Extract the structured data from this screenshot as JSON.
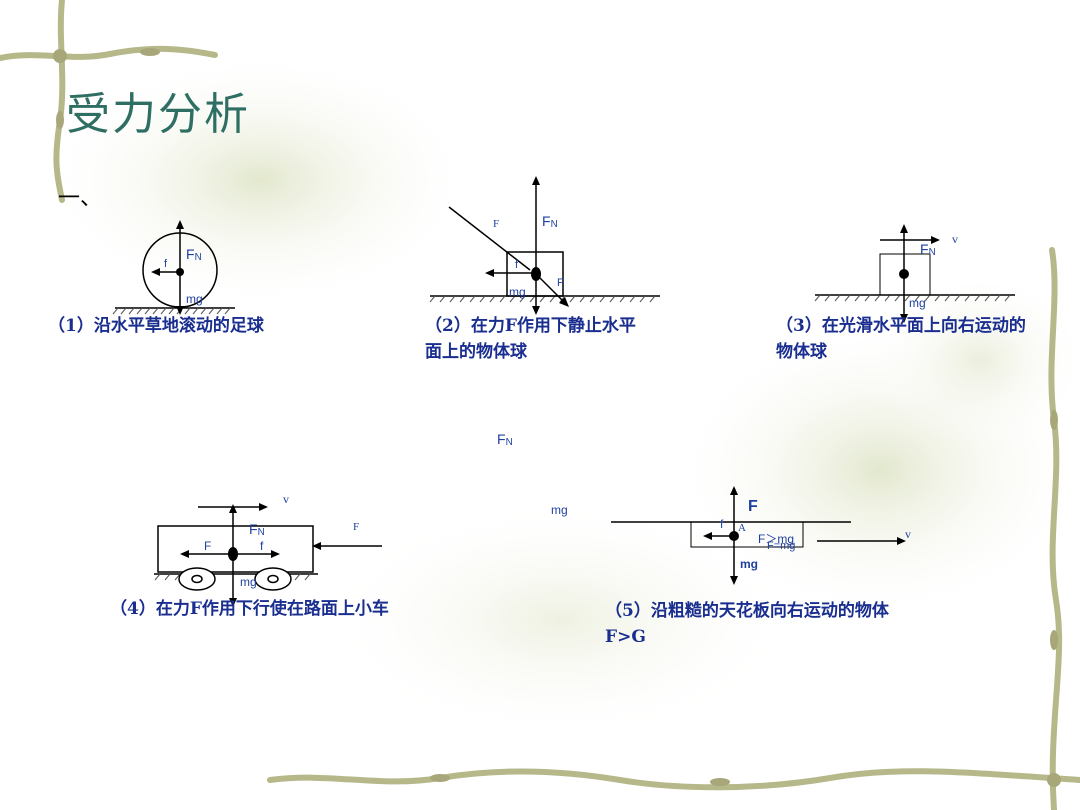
{
  "title": "受力分析",
  "section": "一、",
  "captions": {
    "c1": "（1）沿水平草地滚动的足球",
    "c2": "（2）在力F作用下静止水平面上的物体球",
    "c3": "（3）在光滑水平面上向右运动的物体球",
    "c4": "（4）在力F作用下行使在路面上小车",
    "c5": "（5）沿粗糙的天花板向右运动的物体",
    "c5b": "F>G"
  },
  "labels": {
    "fn_main": "F",
    "fn_sub": "N",
    "f": "f",
    "F": "F",
    "mg": "mg",
    "v": "v",
    "A": "A",
    "f_gt_mg": "F＞mg",
    "f_eq_mg": "F=mg"
  }
}
